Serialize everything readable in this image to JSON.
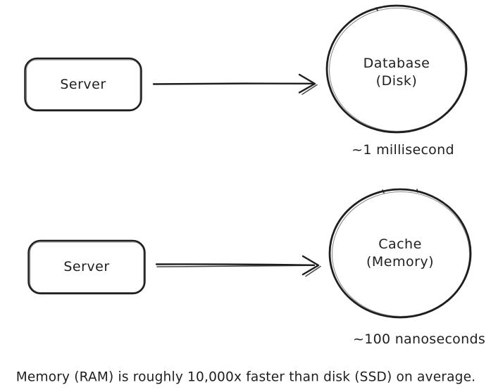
{
  "diagram": {
    "colors": {
      "stroke": "#1e1e1e",
      "background": "#ffffff"
    },
    "rows": [
      {
        "source_label": "Server",
        "target_label_line1": "Database",
        "target_label_line2": "(Disk)",
        "latency_caption": "~1 millisecond"
      },
      {
        "source_label": "Server",
        "target_label_line1": "Cache",
        "target_label_line2": "(Memory)",
        "latency_caption": "~100 nanoseconds"
      }
    ],
    "footnote": "Memory (RAM) is roughly 10,000x faster than disk (SSD) on average."
  }
}
